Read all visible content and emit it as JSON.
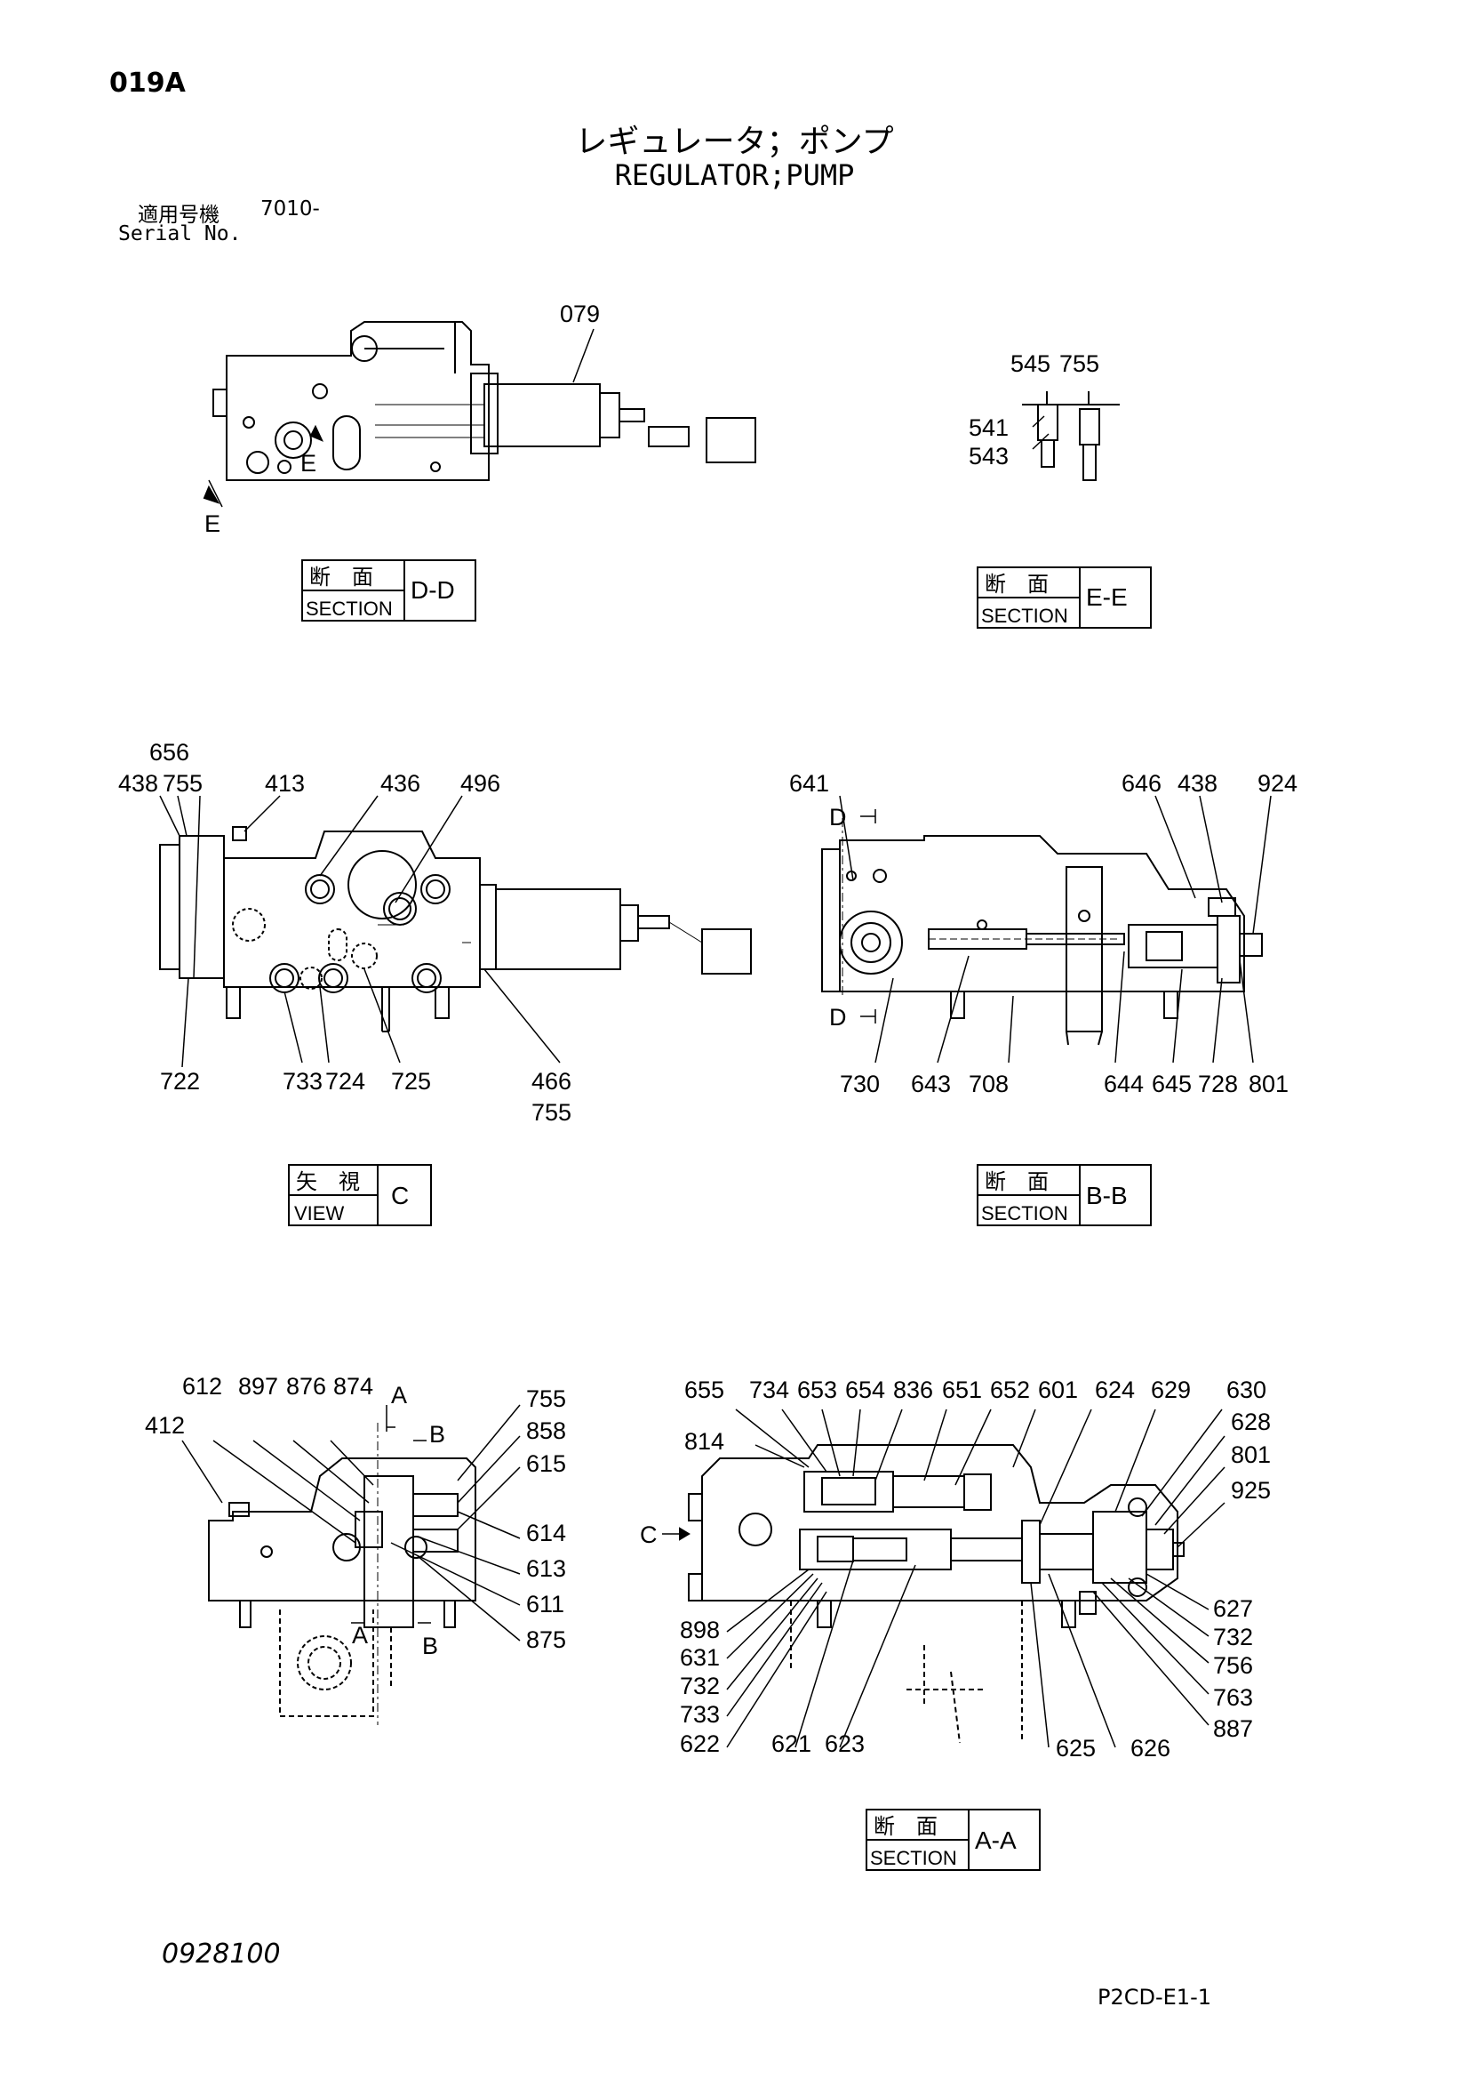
{
  "header": {
    "page_code": "019A",
    "title_jp": "レギュレータ；ポンプ",
    "title_en": "REGULATOR;PUMP",
    "serial_label_jp": "適用号機",
    "serial_value": "7010-",
    "serial_label_en": "Serial No."
  },
  "views": {
    "dd": {
      "box_jp": "断　面",
      "box_en": "SECTION",
      "box_id": "D-D",
      "callouts": [
        "079"
      ],
      "section_marks": [
        "E",
        "E"
      ]
    },
    "ee": {
      "box_jp": "断　面",
      "box_en": "SECTION",
      "box_id": "E-E",
      "callouts": [
        "545",
        "755",
        "541",
        "543"
      ]
    },
    "c": {
      "box_jp": "矢　視",
      "box_en": "VIEW",
      "box_id": "C",
      "callouts": [
        "656",
        "438",
        "755",
        "413",
        "436",
        "496",
        "722",
        "733",
        "724",
        "725",
        "466",
        "755"
      ]
    },
    "bb": {
      "box_jp": "断　面",
      "box_en": "SECTION",
      "box_id": "B-B",
      "callouts": [
        "641",
        "646",
        "438",
        "924",
        "730",
        "643",
        "708",
        "644",
        "645",
        "728",
        "801"
      ],
      "section_marks": [
        "D",
        "D"
      ]
    },
    "left": {
      "callouts": [
        "612",
        "897",
        "876",
        "874",
        "412",
        "755",
        "858",
        "615",
        "614",
        "613",
        "611",
        "875"
      ],
      "section_marks": [
        "A",
        "B",
        "A",
        "B"
      ]
    },
    "aa": {
      "box_jp": "断　面",
      "box_en": "SECTION",
      "box_id": "A-A",
      "callouts": [
        "655",
        "734",
        "653",
        "654",
        "836",
        "651",
        "652",
        "601",
        "624",
        "629",
        "630",
        "814",
        "628",
        "801",
        "925",
        "898",
        "631",
        "732",
        "733",
        "622",
        "621",
        "623",
        "625",
        "626",
        "887",
        "763",
        "756",
        "732",
        "627"
      ],
      "section_marks": [
        "C"
      ]
    }
  },
  "footer": {
    "doc_no": "0928100",
    "fig_code": "P2CD-E1-1"
  }
}
